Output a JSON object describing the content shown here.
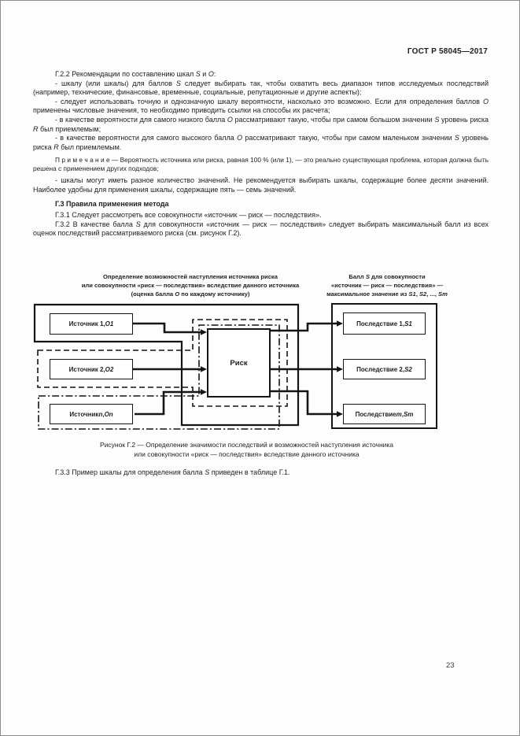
{
  "page": {
    "standard": "ГОСТ Р 58045—2017",
    "number": "23"
  },
  "paragraphs": [
    {
      "type": "para",
      "text": "Г.2.2 Рекомендации по составлению шкал *S* и *O*:"
    },
    {
      "type": "para",
      "text": "- шкалу (или шкалы) для баллов *S* следует выбирать так, чтобы охватить весь диапазон типов исследуемых последствий (например, технические, финансовые, временные, социальные, репутационные и другие аспекты);"
    },
    {
      "type": "para",
      "text": "- следует использовать точную и однозначную шкалу вероятности, насколько это возможно. Если для определения баллов *O* применены числовые значения, то необходимо приводить ссылки на способы их расчета;"
    },
    {
      "type": "para",
      "text": "- в качестве вероятности для самого низкого балла *O* рассматривают такую, чтобы при самом большом значении *S* уровень риска *R* был приемлемым;"
    },
    {
      "type": "para",
      "text": "- в качестве вероятности для самого высокого балла *O* рассматривают такую, чтобы при самом маленьком значении *S* уровень риска *R* был приемлемым."
    },
    {
      "type": "note",
      "text": "П р и м е ч а н и е  —  Вероятность источника или риска, равная 100 % (или 1), — это реально существующая проблема, которая должна быть решена с применением других подходов;"
    },
    {
      "type": "para",
      "text": "- шкалы могут иметь разное количество значений. Не рекомендуется выбирать шкалы, содержащие более десяти значений. Наиболее удобны для применения шкалы, содержащие пять — семь значений."
    },
    {
      "type": "heading",
      "text": "Г.3 Правила применения метода"
    },
    {
      "type": "para",
      "text": "Г.3.1 Следует рассмотреть все совокупности «источник — риск — последствия»."
    },
    {
      "type": "para",
      "text": "Г.3.2 В качестве балла *S* для совокупности «источник — риск — последствия» следует выбирать максимальный балл из всех оценок последствий рассматриваемого риска (см. рисунок Г.2)."
    }
  ],
  "figure": {
    "left_header": [
      "Определение возможностей наступления источника риска",
      "или совокупности «риск — последствия» вследствие данного источника",
      "(оценка балла *O* по каждому источнику)"
    ],
    "right_header": [
      "Балл *S* для совокупности",
      "«источник — риск — последствия» —",
      "максимальное значение из *S1*, *S2*, ..., *Sm*"
    ],
    "sources": [
      "Источник 1, *O1*",
      "Источник 2, *O2*",
      "Источник *n*, *On*"
    ],
    "risk": "Риск",
    "consequences": [
      "Последствие 1, *S1*",
      "Последствие 2, *S2*",
      "Последствие *m*, *Sm*"
    ],
    "caption": [
      "Рисунок Г.2 — Определение значимости последствий и возможностей наступления источника",
      "или совокупности «риск — последствия» вследствие данного источника"
    ]
  },
  "closing_paragraph": "Г.3.3 Пример шкалы для определения балла *S* приведен в таблице Г.1."
}
